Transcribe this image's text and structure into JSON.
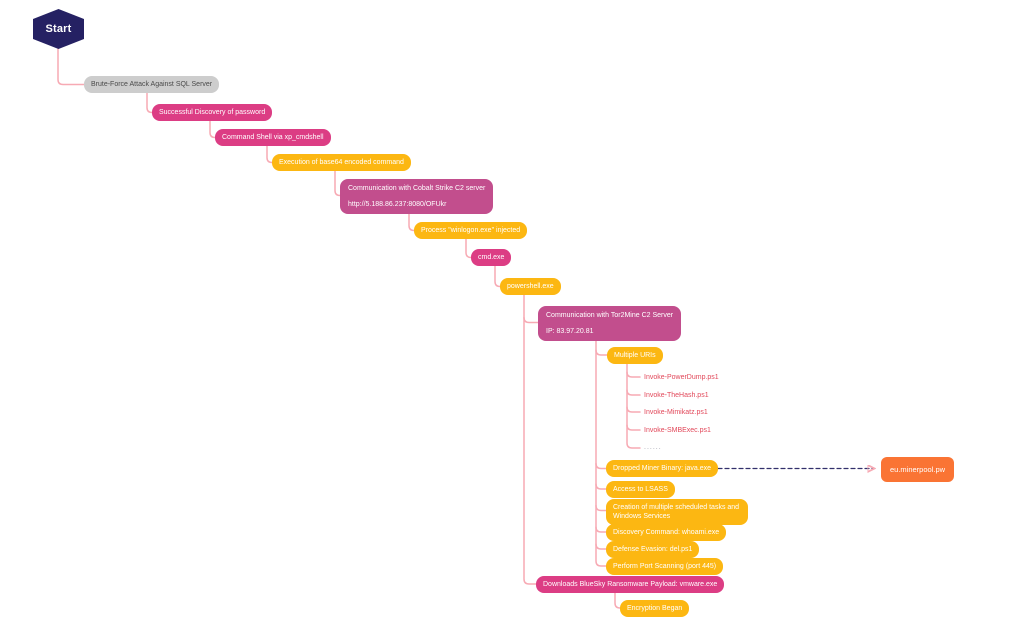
{
  "diagram": {
    "description": "Attack flow diagram from SQL Server brute force to BlueSky ransomware encryption",
    "colors": {
      "start_node": "#252163",
      "pink_node": "#dc3d84",
      "pink_large_node": "#c24e8d",
      "yellow_node": "#fcb712",
      "orange_node": "#fa7434",
      "gray_node": "#cdcdcd",
      "connector": "#f7aab4",
      "dashed_arrow": "#32306b",
      "script_text": "#e2485a"
    },
    "nodes": {
      "start": {
        "label": "Start"
      },
      "brute": {
        "label": "Brute-Force Attack Against SQL Server"
      },
      "discovery": {
        "label": "Successful Discovery of password"
      },
      "cmdshell": {
        "label": "Command Shell via xp_cmdshell"
      },
      "base64": {
        "label": "Execution of base64 encoded command"
      },
      "cobalt": {
        "label": "Communication with Cobalt Strike C2 server",
        "sublabel": "http://5.188.86.237:8080/OFUkr"
      },
      "winlogon": {
        "label": "Process \"winlogon.exe\" injected"
      },
      "cmdexe": {
        "label": "cmd.exe"
      },
      "powershell": {
        "label": "powershell.exe"
      },
      "tor2mine": {
        "label": "Communication with Tor2Mine C2 Server",
        "sublabel": "IP: 83.97.20.81"
      },
      "multiuris": {
        "label": "Multiple URIs"
      },
      "invoke1": {
        "label": "Invoke-PowerDump.ps1"
      },
      "invoke2": {
        "label": "Invoke-TheHash.ps1"
      },
      "invoke3": {
        "label": "Invoke-Mimikatz.ps1"
      },
      "invoke4": {
        "label": "Invoke-SMBExec.ps1"
      },
      "more": {
        "label": "......"
      },
      "miner": {
        "label": "Dropped Miner Binary: java.exe"
      },
      "minerpool": {
        "label": "eu.minerpool.pw"
      },
      "lsass": {
        "label": "Access to LSASS"
      },
      "schedtasks": {
        "label": "Creation of multiple scheduled tasks and Windows Services"
      },
      "whoami": {
        "label": "Discovery Command: whoami.exe"
      },
      "defense": {
        "label": "Defense Evasion: del.ps1"
      },
      "portscan": {
        "label": "Perform Port Scanning (port 445)"
      },
      "bluesky": {
        "label": "Downloads BlueSky Ransomware Payload: vmware.exe"
      },
      "encryption": {
        "label": "Encryption Began"
      }
    },
    "edges": [
      {
        "from": "start",
        "to": "brute"
      },
      {
        "from": "brute",
        "to": "discovery"
      },
      {
        "from": "discovery",
        "to": "cmdshell"
      },
      {
        "from": "cmdshell",
        "to": "base64"
      },
      {
        "from": "base64",
        "to": "cobalt"
      },
      {
        "from": "cobalt",
        "to": "winlogon"
      },
      {
        "from": "winlogon",
        "to": "cmdexe"
      },
      {
        "from": "cmdexe",
        "to": "powershell"
      },
      {
        "from": "powershell",
        "to": "tor2mine"
      },
      {
        "from": "powershell",
        "to": "bluesky"
      },
      {
        "from": "tor2mine",
        "to": "multiuris"
      },
      {
        "from": "tor2mine",
        "to": "miner"
      },
      {
        "from": "tor2mine",
        "to": "lsass"
      },
      {
        "from": "tor2mine",
        "to": "schedtasks"
      },
      {
        "from": "tor2mine",
        "to": "whoami"
      },
      {
        "from": "tor2mine",
        "to": "defense"
      },
      {
        "from": "tor2mine",
        "to": "portscan"
      },
      {
        "from": "multiuris",
        "to": "invoke1"
      },
      {
        "from": "multiuris",
        "to": "invoke2"
      },
      {
        "from": "multiuris",
        "to": "invoke3"
      },
      {
        "from": "multiuris",
        "to": "invoke4"
      },
      {
        "from": "multiuris",
        "to": "more"
      },
      {
        "from": "miner",
        "to": "minerpool",
        "style": "dashed-arrow"
      },
      {
        "from": "bluesky",
        "to": "encryption"
      }
    ]
  }
}
